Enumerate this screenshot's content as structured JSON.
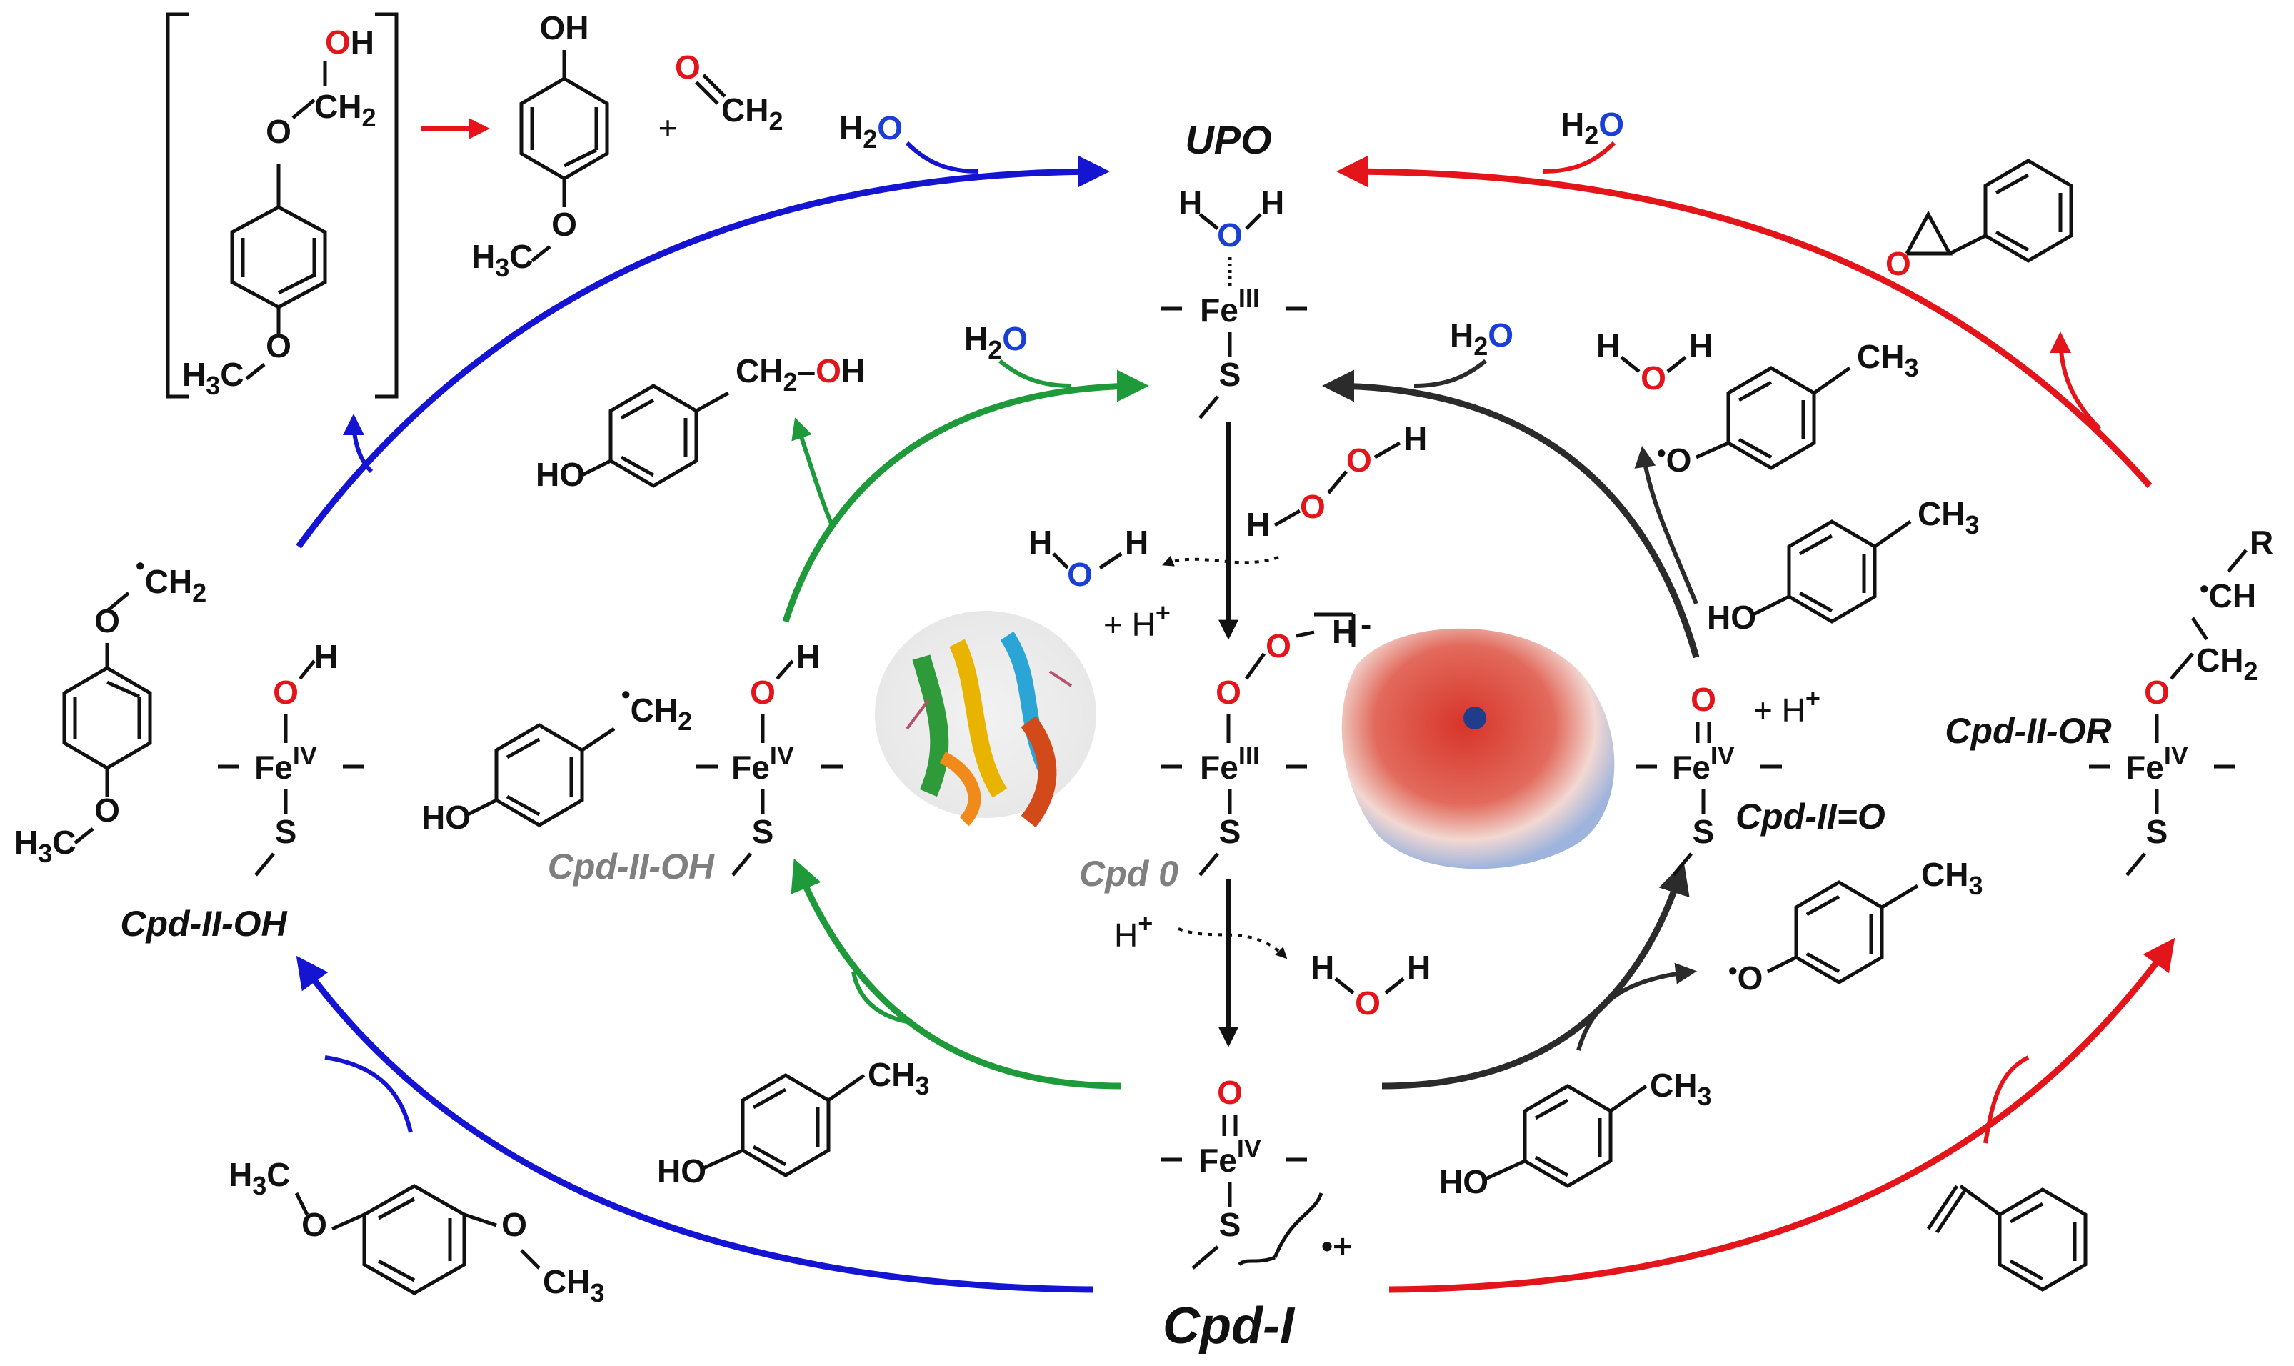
{
  "colors": {
    "blue": "#1414d2",
    "green": "#1f9a3a",
    "red": "#e3151b",
    "dark": "#2b2b2b",
    "gray": "#7f7f7f",
    "o_red": "#e3151b",
    "o_blue": "#1a3fd6"
  },
  "labels": {
    "upo": "UPO",
    "cpd0": "Cpd 0",
    "cpdI": "Cpd-I",
    "cpdIIoh_left": "Cpd-II-OH",
    "cpdIIoh_inner": "Cpd-II-OH",
    "cpdIIeqO": "Cpd-II=O",
    "cpdIIor": "Cpd-II-OR"
  },
  "atoms": {
    "fe": "Fe",
    "s": "S",
    "o": "O",
    "h": "H",
    "iii": "III",
    "iv": "IV",
    "oh": "OH",
    "ho": "HO",
    "h2o_h": "H",
    "h2o_2": "2",
    "ch2": "CH",
    "ch3": "CH",
    "sub2": "2",
    "sub3": "3",
    "h3c": "H",
    "h3c_c": "C",
    "ch": "CH",
    "r": "R",
    "plus": "+",
    "hplus": "+ H",
    "hplus_h": "H",
    "sup_plus": "+",
    "minus": "-",
    "radical_plus": "•+",
    "dot": "•"
  }
}
